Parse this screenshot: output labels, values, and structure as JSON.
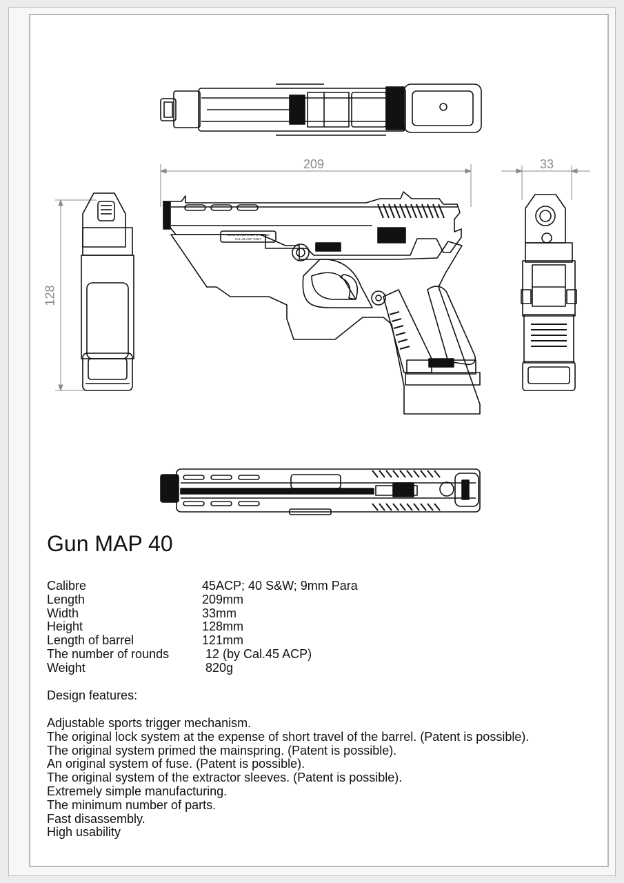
{
  "dimensions": {
    "length": "209",
    "width": "33",
    "height": "128"
  },
  "title": "Gun MAP 40",
  "engraving": {
    "line1": "READ MANUAL BEFORE USE",
    "line2": "CAL.45 ACP ONLY"
  },
  "specs": [
    {
      "label": "Calibre",
      "value": "45ACP; 40 S&W; 9mm Para"
    },
    {
      "label": "Length",
      "value": "209mm"
    },
    {
      "label": "Width",
      "value": "33mm"
    },
    {
      "label": "Height",
      "value": "128mm"
    },
    {
      "label": "Length of barrel",
      "value": "121mm"
    },
    {
      "label": "The number of rounds",
      "value": " 12 (by Cal.45 ACP)"
    },
    {
      "label": "Weight",
      "value": " 820g"
    }
  ],
  "design_features_title": "Design features:",
  "design_features": [
    "Adjustable sports trigger mechanism.",
    "The original lock system at the expense of short travel of the barrel. (Patent is possible).",
    "The original system primed the mainspring. (Patent is possible).",
    "An original system of fuse. (Patent is possible).",
    "The original system of the extractor sleeves. (Patent is possible).",
    "Extremely simple manufacturing.",
    "The minimum number of parts.",
    "Fast disassembly.",
    "High usability"
  ]
}
